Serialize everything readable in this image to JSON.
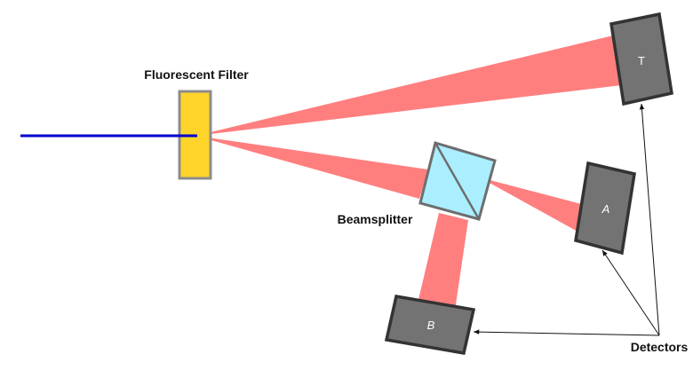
{
  "labels": {
    "filter": "Fluorescent Filter",
    "beamsplitter": "Beamsplitter",
    "detectors": "Detectors"
  },
  "detectors": {
    "t": "T",
    "a": "A",
    "b": "B"
  },
  "colors": {
    "laser": "#0000cc",
    "filter_fill": "#ffd42a",
    "filter_stroke": "#8c8c8c",
    "beam": "#ff7f7f",
    "splitter_fill": "#aaeeff",
    "splitter_stroke": "#6e6e6e",
    "detector_fill": "#737373",
    "detector_stroke": "#333333",
    "arrow": "#111111"
  }
}
